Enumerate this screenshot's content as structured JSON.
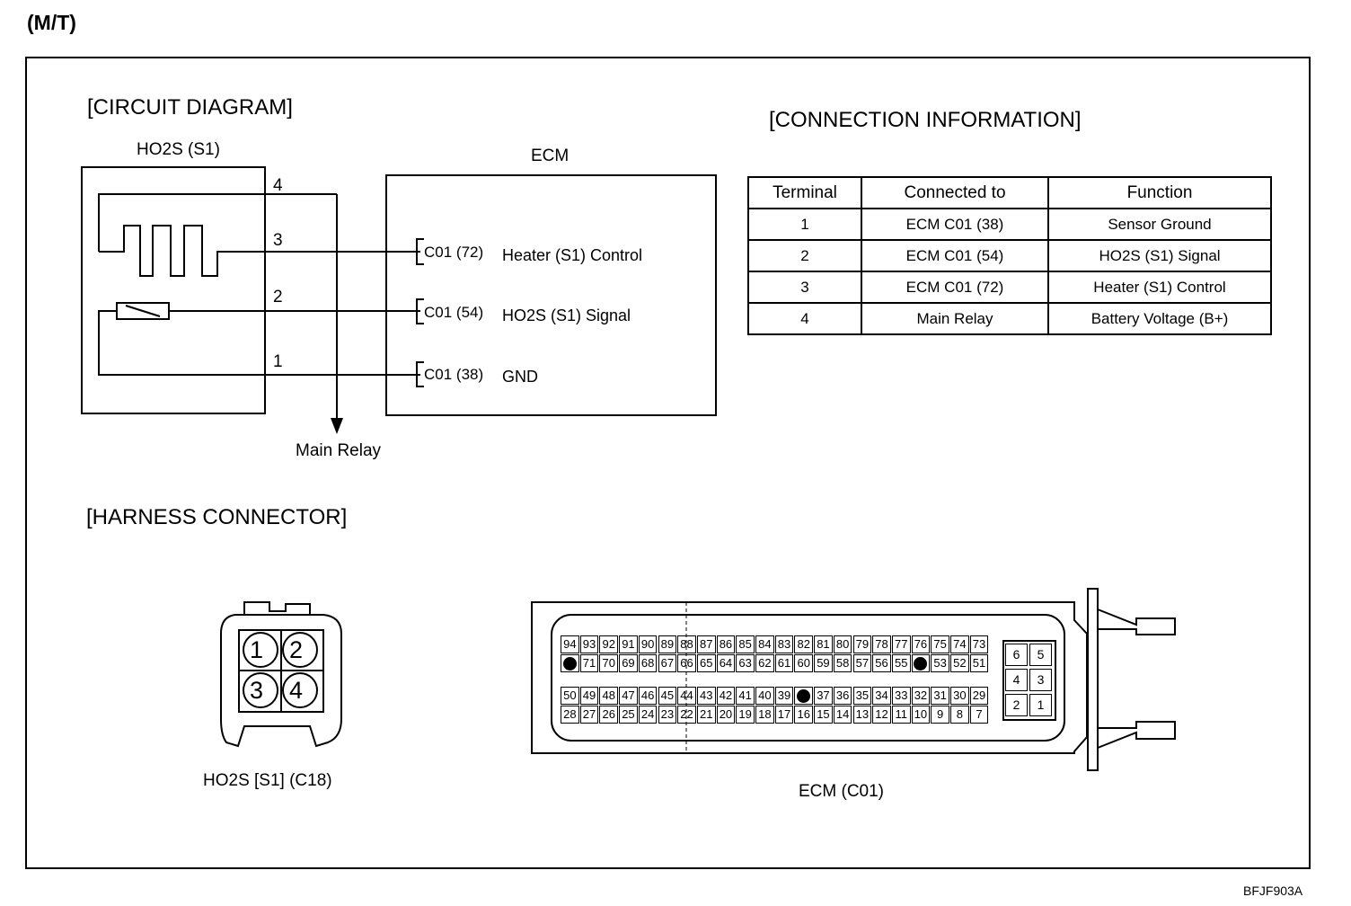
{
  "mode_label": "(M/T)",
  "sections": {
    "circuit_diagram": "[CIRCUIT DIAGRAM]",
    "connection_information": "[CONNECTION INFORMATION]",
    "harness_connector": "[HARNESS CONNECTOR]"
  },
  "circuit": {
    "sensor_name": "HO2S (S1)",
    "ecm_name": "ECM",
    "main_relay": "Main Relay",
    "pins": [
      "4",
      "3",
      "2",
      "1"
    ],
    "ecm_terminals": [
      {
        "pin": "C01 (72)",
        "label": "Heater (S1) Control"
      },
      {
        "pin": "C01 (54)",
        "label": "HO2S (S1) Signal"
      },
      {
        "pin": "C01 (38)",
        "label": "GND"
      }
    ]
  },
  "connection_table": {
    "headers": [
      "Terminal",
      "Connected to",
      "Function"
    ],
    "rows": [
      [
        "1",
        "ECM C01 (38)",
        "Sensor Ground"
      ],
      [
        "2",
        "ECM C01 (54)",
        "HO2S (S1) Signal"
      ],
      [
        "3",
        "ECM C01 (72)",
        "Heater (S1) Control"
      ],
      [
        "4",
        "Main Relay",
        "Battery Voltage (B+)"
      ]
    ]
  },
  "harness": {
    "ho2s_caption": "HO2S [S1] (C18)",
    "ho2s_pins": [
      "1",
      "2",
      "3",
      "4"
    ],
    "ecm_caption": "ECM  (C01)",
    "ecm_rows": [
      [
        "94",
        "93",
        "92",
        "91",
        "90",
        "89",
        "88",
        "87",
        "86",
        "85",
        "84",
        "83",
        "82",
        "81",
        "80",
        "79",
        "78",
        "77",
        "76",
        "75",
        "74",
        "73"
      ],
      [
        "",
        "71",
        "70",
        "69",
        "68",
        "67",
        "66",
        "65",
        "64",
        "63",
        "62",
        "61",
        "60",
        "59",
        "58",
        "57",
        "56",
        "55",
        "",
        "53",
        "52",
        "51"
      ],
      [
        "50",
        "49",
        "48",
        "47",
        "46",
        "45",
        "44",
        "43",
        "42",
        "41",
        "40",
        "39",
        "",
        "37",
        "36",
        "35",
        "34",
        "33",
        "32",
        "31",
        "30",
        "29"
      ],
      [
        "28",
        "27",
        "26",
        "25",
        "24",
        "23",
        "22",
        "21",
        "20",
        "19",
        "18",
        "17",
        "16",
        "15",
        "14",
        "13",
        "12",
        "11",
        "10",
        "9",
        "8",
        "7"
      ]
    ],
    "ecm_side_block": [
      [
        "6",
        "5"
      ],
      [
        "4",
        "3"
      ],
      [
        "2",
        "1"
      ]
    ]
  },
  "figure_code": "BFJF903A"
}
